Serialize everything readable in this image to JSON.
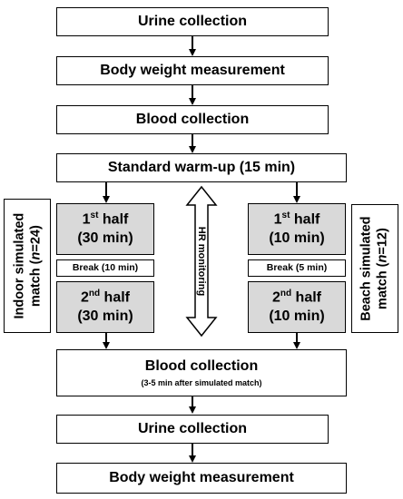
{
  "steps": {
    "urine_1": "Urine collection",
    "weight_1": "Body weight measurement",
    "blood_1": "Blood collection",
    "warmup": "Standard warm-up (15 min)",
    "blood_2": "Blood collection",
    "blood_2_note": "(3-5 min after simulated match)",
    "urine_2": "Urine collection",
    "weight_2": "Body weight measurement"
  },
  "indoor": {
    "label_line1": "Indoor simulated",
    "label_line2_prefix": "match (",
    "label_n": "n",
    "label_line2_suffix": "=24)",
    "first_half_ord": "1",
    "first_half_sup": "st",
    "first_half_word": " half",
    "first_half_dur": "(30 min)",
    "break": "Break (10 min)",
    "second_half_ord": "2",
    "second_half_sup": "nd",
    "second_half_word": " half",
    "second_half_dur": "(30 min)"
  },
  "beach": {
    "label_line1": "Beach simulated",
    "label_line2_prefix": "match (",
    "label_n": "n",
    "label_line2_suffix": "=12)",
    "first_half_ord": "1",
    "first_half_sup": "st",
    "first_half_word": " half",
    "first_half_dur": "(10 min)",
    "break": "Break (5 min)",
    "second_half_ord": "2",
    "second_half_sup": "nd",
    "second_half_word": " half",
    "second_half_dur": "(10 min)"
  },
  "monitoring": "HR monitoring",
  "colors": {
    "border": "#000000",
    "gray_fill": "#d9d9d9",
    "background": "#ffffff"
  }
}
